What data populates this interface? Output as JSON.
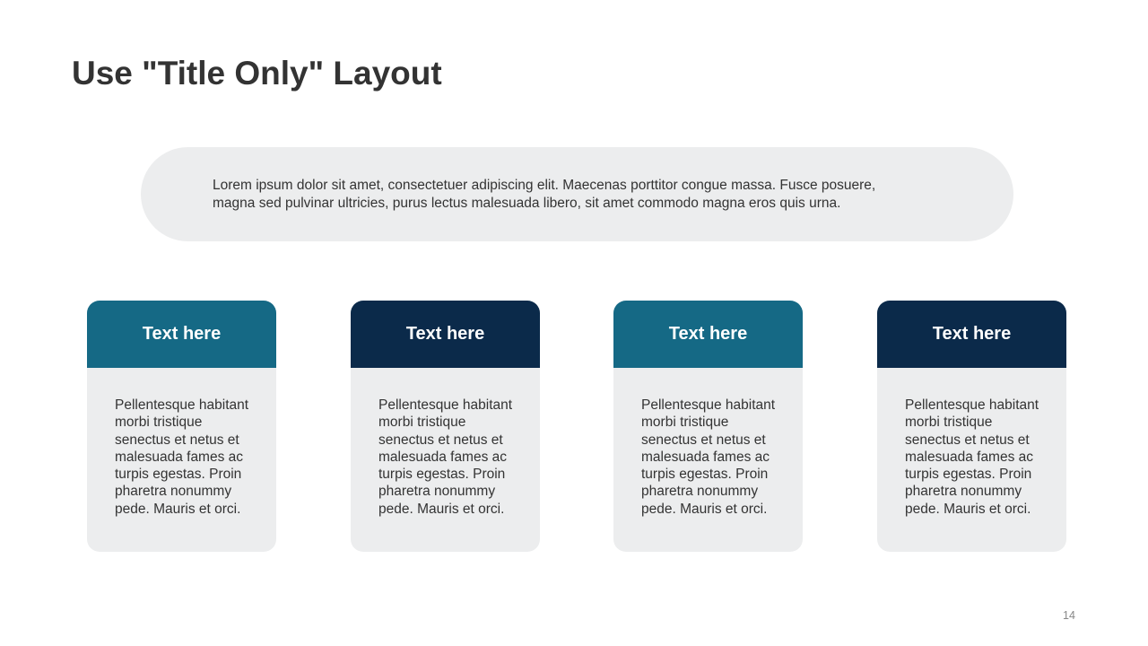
{
  "slide": {
    "title": "Use \"Title Only\" Layout",
    "intro": "Lorem ipsum dolor sit amet, consectetuer adipiscing elit. Maecenas porttitor congue massa. Fusce posuere, magna sed pulvinar ultricies, purus lectus malesuada libero, sit amet commodo magna eros quis urna.",
    "page_number": "14",
    "colors": {
      "teal": "#156985",
      "navy": "#0b2a4a",
      "panel": "#ecedee",
      "text": "#333333"
    }
  },
  "cards": [
    {
      "header": "Text here",
      "body": "Pellentesque habitant morbi tristique senectus et netus et malesuada fames ac turpis egestas. Proin pharetra nonummy pede. Mauris et orci."
    },
    {
      "header": "Text here",
      "body": "Pellentesque habitant morbi tristique senectus et netus et malesuada fames ac turpis egestas. Proin pharetra nonummy pede. Mauris et orci."
    },
    {
      "header": "Text here",
      "body": "Pellentesque habitant morbi tristique senectus et netus et malesuada fames ac turpis egestas. Proin pharetra nonummy pede. Mauris et orci."
    },
    {
      "header": "Text here",
      "body": "Pellentesque habitant morbi tristique senectus et netus et malesuada fames ac turpis egestas. Proin pharetra nonummy pede. Mauris et orci."
    }
  ]
}
